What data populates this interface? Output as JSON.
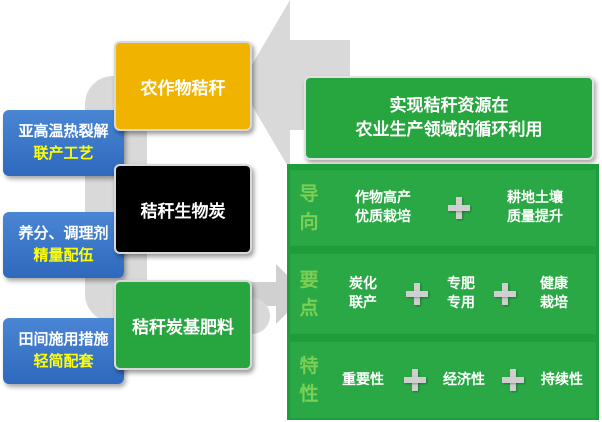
{
  "left_boxes": [
    {
      "line1": "亚高温热裂解",
      "line2": "联产工艺"
    },
    {
      "line1": "养分、调理剂",
      "line2": "精量配伍"
    },
    {
      "line1": "田间施用措施",
      "line2": "轻简配套"
    }
  ],
  "center_boxes": [
    "农作物秸秆",
    "秸秆生物炭",
    "秸秆炭基肥料"
  ],
  "goal": {
    "line1": "实现秸秆资源在",
    "line2": "农业生产领域的循环利用"
  },
  "rows": [
    {
      "side": [
        "导",
        "向"
      ],
      "items": [
        "作物高产\n优质栽培",
        "耕地土壤\n质量提升"
      ]
    },
    {
      "side": [
        "要",
        "点"
      ],
      "items": [
        "炭化\n联产",
        "专肥\n专用",
        "健康\n栽培"
      ]
    },
    {
      "side": [
        "特",
        "性"
      ],
      "items": [
        "重要性",
        "经济性",
        "持续性"
      ]
    }
  ],
  "colors": {
    "yellow": "#f0b400",
    "green": "#27a53f",
    "blue": "#3a78c8",
    "side_text": "#7ccf55"
  }
}
